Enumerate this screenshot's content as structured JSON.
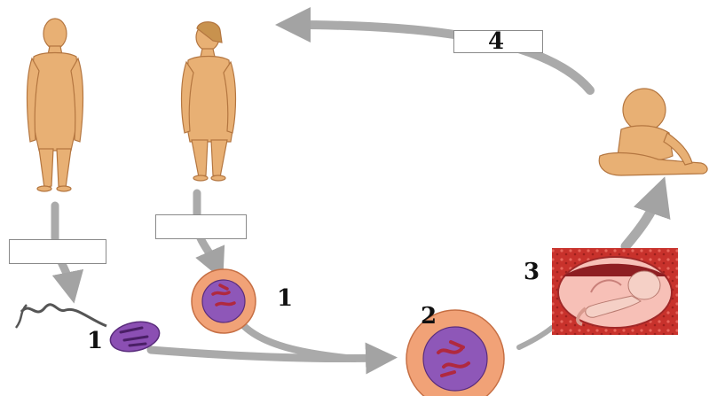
{
  "labels": {
    "stage_4": "4",
    "sperm_stage": "1",
    "egg_stage": "1",
    "zygote_stage": "2",
    "fetus_stage": "3"
  },
  "answer_boxes": {
    "male_to_sperm": "",
    "female_to_egg": "",
    "baby_to_adult_suffix": ""
  },
  "colors": {
    "skin": "#e8b074",
    "skin_shade": "#c98a4e",
    "arrow": "#a8a8a8",
    "cell_outer": "#f1a277",
    "cell_nucleus": "#7e4aa8",
    "chromosome": "#b0293f",
    "womb": "#c7332d"
  },
  "icons": [
    "male-figure-icon",
    "female-figure-icon",
    "baby-icon",
    "sperm-cell-icon",
    "egg-cell-icon",
    "zygote-icon",
    "fetus-in-womb-icon"
  ]
}
